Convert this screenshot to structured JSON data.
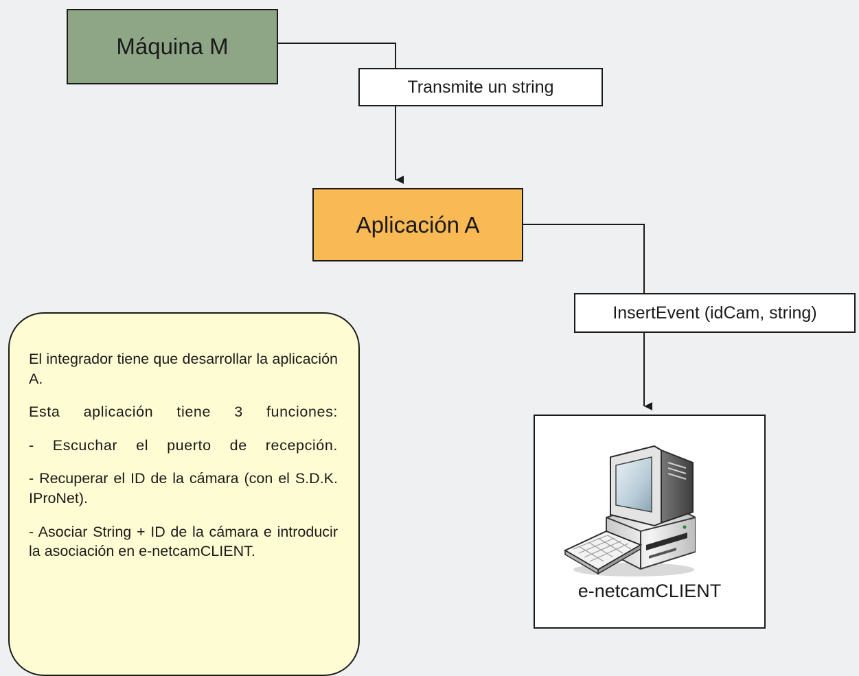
{
  "nodes": {
    "maquina": "Máquina M",
    "aplicacion": "Aplicación A",
    "client": "e-netcamCLIENT"
  },
  "edges": {
    "transmite": "Transmite un string",
    "insert": "InsertEvent (idCam, string)"
  },
  "note": {
    "lines": [
      "El integrador tiene que desarrollar la aplicación A.",
      "Esta aplicación tiene 3 funciones:",
      "- Escuchar el puerto de recepción.",
      "- Recuperar el ID de la cámara (con el S.D.K. IProNet).",
      "- Asociar String + ID de la cámara e introducir la asociación en e-netcamCLIENT."
    ]
  },
  "colors": {
    "background": "#eff0f2",
    "maquina_fill": "#8ea686",
    "aplicacion_fill": "#f9b955",
    "note_fill": "#fefcd3",
    "stroke": "#1a1a1a"
  },
  "icons": {
    "client": "desktop-computer-icon"
  }
}
